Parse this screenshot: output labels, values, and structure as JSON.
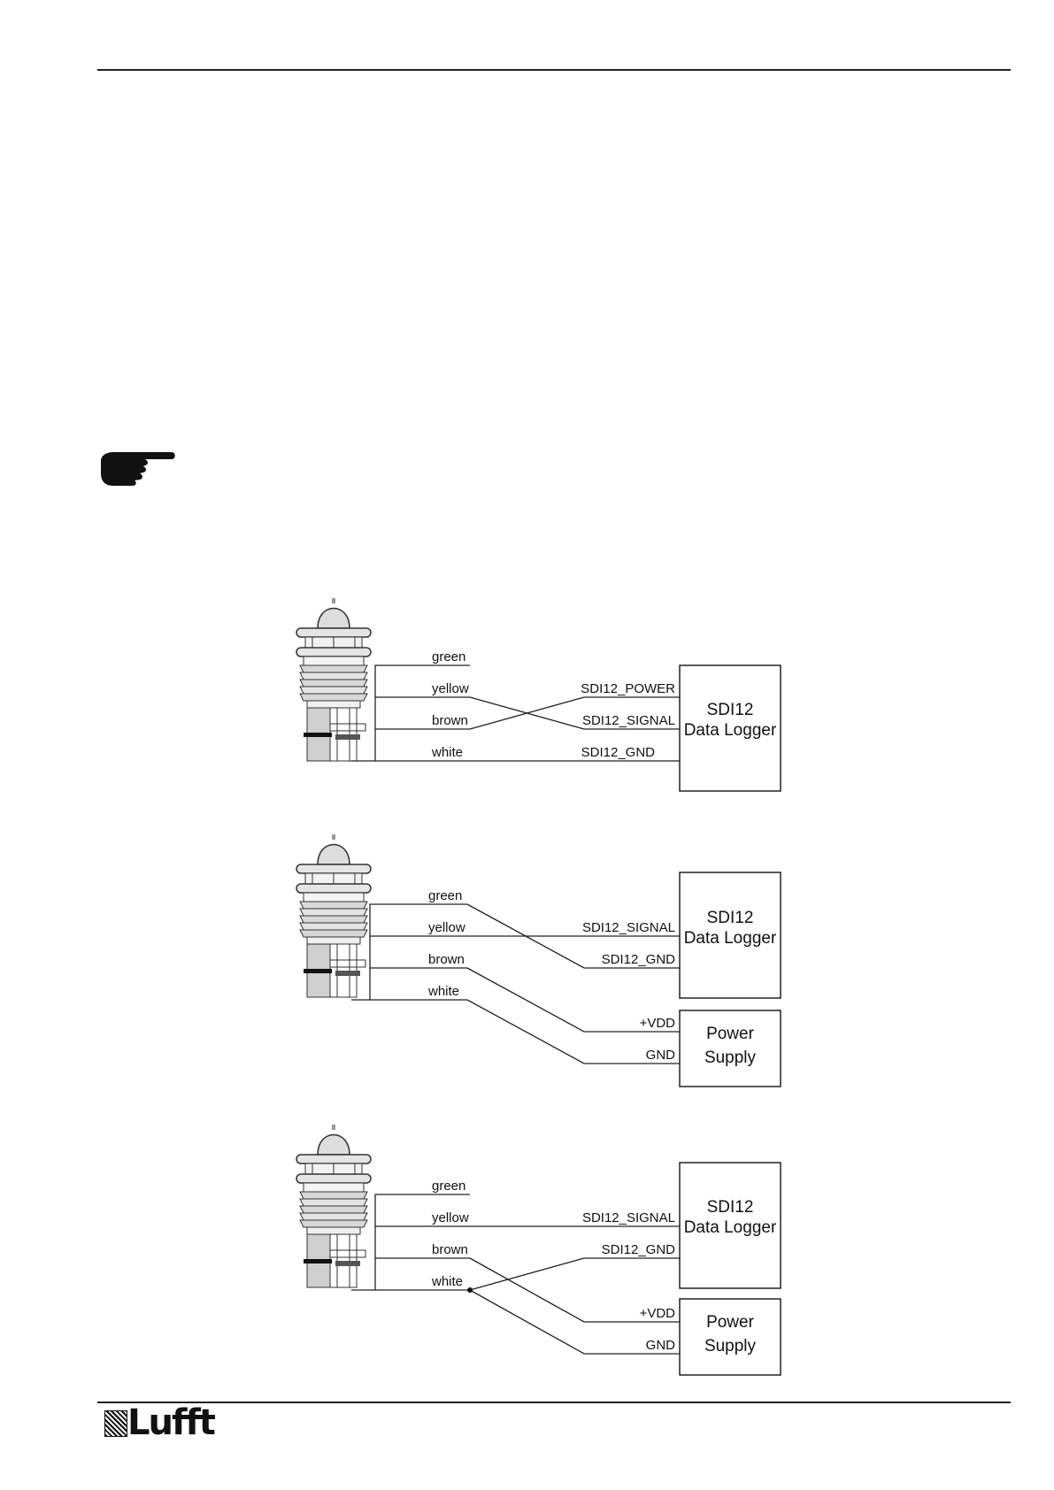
{
  "logo_text": "Lufft",
  "wire_colors": [
    "green",
    "yellow",
    "brown",
    "white"
  ],
  "diagram1": {
    "logger_title": "SDI12",
    "logger_subtitle": "Data Logger",
    "pins": [
      "SDI12_POWER",
      "SDI12_SIGNAL",
      "SDI12_GND"
    ]
  },
  "diagram2": {
    "logger_title": "SDI12",
    "logger_subtitle": "Data Logger",
    "logger_pins": [
      "SDI12_SIGNAL",
      "SDI12_GND"
    ],
    "supply_title": "Power",
    "supply_subtitle": "Supply",
    "supply_pins": [
      "+VDD",
      "GND"
    ]
  },
  "diagram3": {
    "logger_title": "SDI12",
    "logger_subtitle": "Data Logger",
    "logger_pins": [
      "SDI12_SIGNAL",
      "SDI12_GND"
    ],
    "supply_title": "Power",
    "supply_subtitle": "Supply",
    "supply_pins": [
      "+VDD",
      "GND"
    ]
  }
}
